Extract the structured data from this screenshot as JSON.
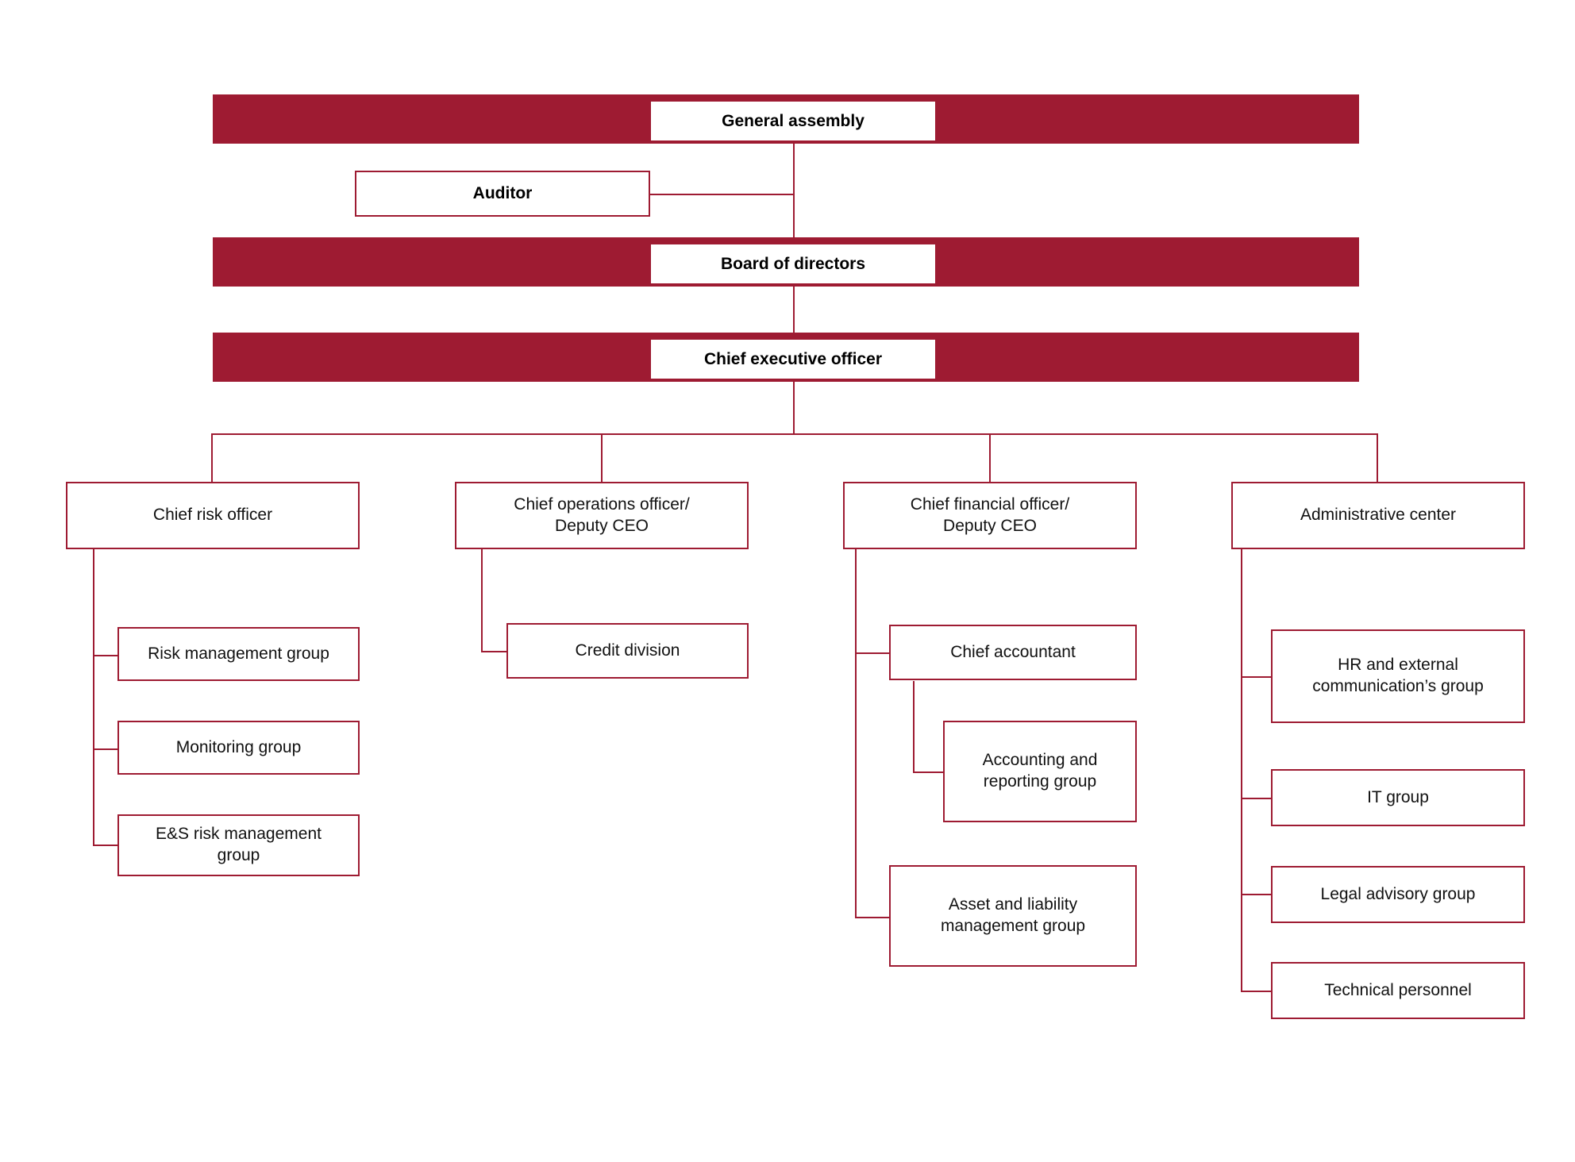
{
  "chart_data": {
    "type": "diagram",
    "title": "Organizational structure chart",
    "diagram_kind": "organizational-chart",
    "accent_color": "#9E1B32",
    "background_color": "#FFFFFF",
    "text_color": "#111111",
    "levels": [
      {
        "level": 1,
        "nodes": [
          "General assembly"
        ]
      },
      {
        "level": 2,
        "nodes": [
          "Auditor"
        ]
      },
      {
        "level": 3,
        "nodes": [
          "Board of directors"
        ]
      },
      {
        "level": 4,
        "nodes": [
          "Chief executive officer"
        ]
      },
      {
        "level": 5,
        "nodes": [
          "Chief risk officer",
          "Chief operations officer/ Deputy CEO",
          "Chief financial officer/ Deputy CEO",
          "Administrative center"
        ]
      },
      {
        "level": 6,
        "nodes": [
          "Risk management group",
          "Monitoring group",
          "E&S risk management group",
          "Credit division",
          "Chief accountant",
          "Asset and liability management group",
          "HR and external communication’s group",
          "IT group",
          "Legal advisory group",
          "Technical personnel"
        ]
      },
      {
        "level": 7,
        "nodes": [
          "Accounting and reporting group"
        ]
      }
    ],
    "edges": [
      {
        "from": "General assembly",
        "to": "Board of directors"
      },
      {
        "from": "Auditor",
        "to": "General assembly"
      },
      {
        "from": "Board of directors",
        "to": "Chief executive officer"
      },
      {
        "from": "Chief executive officer",
        "to": "Chief risk officer"
      },
      {
        "from": "Chief executive officer",
        "to": "Chief operations officer/ Deputy CEO"
      },
      {
        "from": "Chief executive officer",
        "to": "Chief financial officer/ Deputy CEO"
      },
      {
        "from": "Chief executive officer",
        "to": "Administrative center"
      },
      {
        "from": "Chief risk officer",
        "to": "Risk management group"
      },
      {
        "from": "Chief risk officer",
        "to": "Monitoring group"
      },
      {
        "from": "Chief risk officer",
        "to": "E&S risk management group"
      },
      {
        "from": "Chief operations officer/ Deputy CEO",
        "to": "Credit division"
      },
      {
        "from": "Chief financial officer/ Deputy CEO",
        "to": "Chief accountant"
      },
      {
        "from": "Chief financial officer/ Deputy CEO",
        "to": "Asset and liability management group"
      },
      {
        "from": "Chief accountant",
        "to": "Accounting and reporting group"
      },
      {
        "from": "Administrative center",
        "to": "HR and external communication’s group"
      },
      {
        "from": "Administrative center",
        "to": "IT group"
      },
      {
        "from": "Administrative center",
        "to": "Legal advisory group"
      },
      {
        "from": "Administrative center",
        "to": "Technical personnel"
      }
    ]
  },
  "nodes": {
    "general_assembly": "General assembly",
    "auditor": "Auditor",
    "board_of_directors": "Board of directors",
    "chief_executive_officer": "Chief executive officer",
    "chief_risk_officer": "Chief risk officer",
    "chief_operations_officer": "Chief operations officer/\nDeputy CEO",
    "chief_financial_officer": "Chief financial officer/\nDeputy CEO",
    "administrative_center": "Administrative center",
    "risk_management_group": "Risk management group",
    "monitoring_group": "Monitoring group",
    "es_risk_management_group": "E&S risk management\ngroup",
    "credit_division": "Credit division",
    "chief_accountant": "Chief accountant",
    "accounting_and_reporting_group": "Accounting and\nreporting group",
    "asset_and_liability_management_group": "Asset and liability\nmanagement group",
    "hr_and_external_communications_group": "HR and external\ncommunication’s group",
    "it_group": "IT group",
    "legal_advisory_group": "Legal advisory group",
    "technical_personnel": "Technical personnel"
  }
}
